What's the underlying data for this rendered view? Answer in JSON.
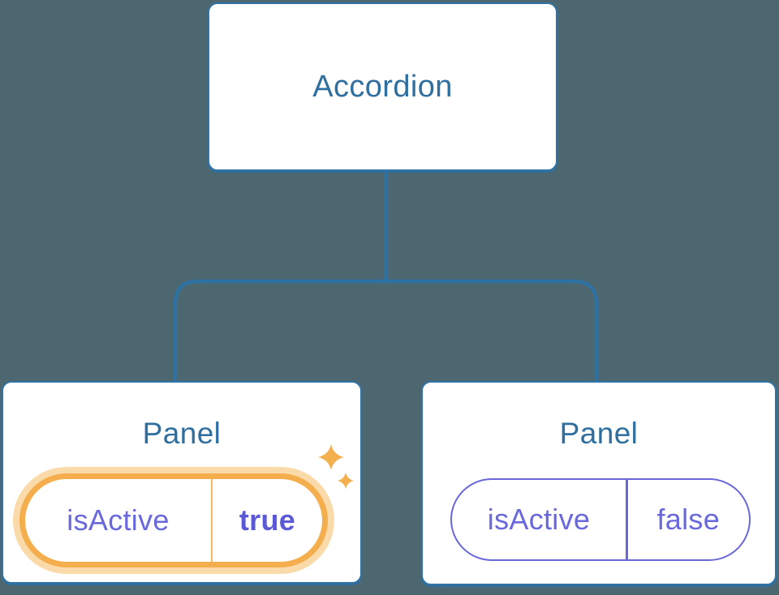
{
  "diagram": {
    "root": {
      "label": "Accordion"
    },
    "panels": [
      {
        "title": "Panel",
        "state": {
          "name": "isActive",
          "value": "true"
        },
        "highlighted": true,
        "icon": "sparkles-icon"
      },
      {
        "title": "Panel",
        "state": {
          "name": "isActive",
          "value": "false"
        },
        "highlighted": false
      }
    ],
    "colors": {
      "background": "#4D6770",
      "node_border": "#3173A4",
      "node_title_text": "#2F6F9F",
      "connector": "#2E72A4",
      "state_text": "#6A68DD",
      "state_value_active_text": "#5B59D6",
      "highlight_stroke": "#F4AE4D",
      "highlight_glow": "#FADAA8",
      "sparkle": "#F4B04F"
    }
  }
}
